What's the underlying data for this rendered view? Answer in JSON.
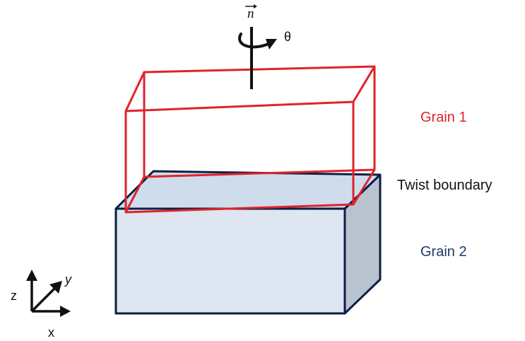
{
  "labels": {
    "vector": "n",
    "angle": "θ",
    "grain1": "Grain 1",
    "boundary": "Twist boundary",
    "grain2": "Grain 2"
  },
  "axes": {
    "z": "z",
    "y": "y",
    "x": "x"
  },
  "colors": {
    "grain1_outline": "#e0232a",
    "grain1_label": "#e0232a",
    "grain2_label": "#1f3b66",
    "grain2_outline": "#0b1f45",
    "grain2_front": "#dde6f1",
    "grain2_top": "#cfdcec",
    "grain2_side": "#b9c3d0",
    "ink": "#111111"
  }
}
